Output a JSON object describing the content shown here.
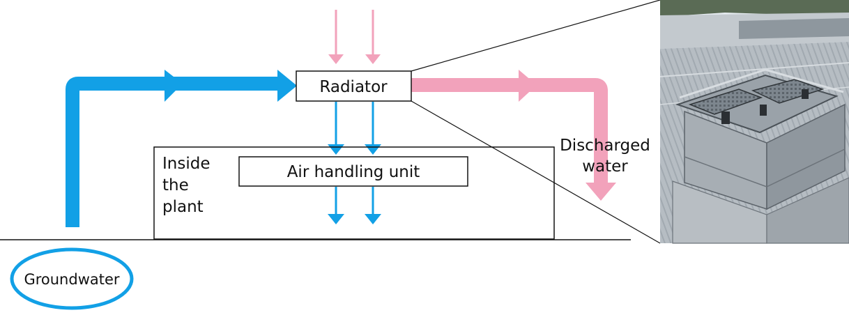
{
  "diagram": {
    "radiator_label": "Radiator",
    "air_handling_unit_label": "Air handling unit",
    "plant_label_lines": [
      "Inside",
      "the",
      "plant"
    ],
    "discharged_label_lines": [
      "Discharged",
      "water"
    ],
    "groundwater_label": "Groundwater",
    "photo_description_icon": "rooftop-radiator-photo"
  },
  "colors": {
    "cold_water": "#12a0e6",
    "warm_water": "#f2a2bb",
    "box_stroke": "#111111",
    "background": "#ffffff"
  }
}
